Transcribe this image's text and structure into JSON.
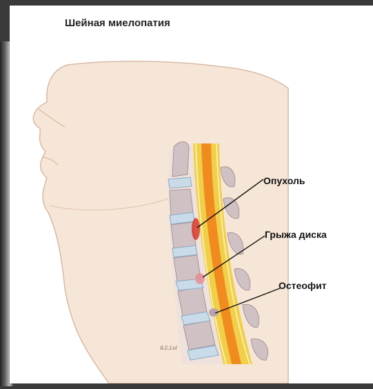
{
  "title": "Шейная миелопатия",
  "labels": {
    "tumor": "Опухоль",
    "hernia": "Грыжа диска",
    "osteophyte": "Остеофит"
  },
  "credit": "B.E.Ltd",
  "colors": {
    "skin": "#f6e6d7",
    "skin_outline": "#d9b9a3",
    "vertebra": "#d0c1c4",
    "disc": "#c9dbe9",
    "cord_yellow": "#f2cf4a",
    "cord_orange": "#ef8b1f",
    "lesion": "#d63a2a"
  }
}
